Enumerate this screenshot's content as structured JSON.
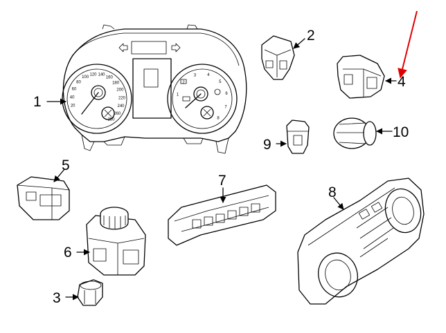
{
  "callouts": [
    {
      "id": "1",
      "label": "1"
    },
    {
      "id": "2",
      "label": "2"
    },
    {
      "id": "3",
      "label": "3"
    },
    {
      "id": "4",
      "label": "4"
    },
    {
      "id": "5",
      "label": "5"
    },
    {
      "id": "6",
      "label": "6"
    },
    {
      "id": "7",
      "label": "7"
    },
    {
      "id": "8",
      "label": "8"
    },
    {
      "id": "9",
      "label": "9"
    },
    {
      "id": "10",
      "label": "10"
    }
  ],
  "speedometer_ticks": [
    "20",
    "40",
    "60",
    "80",
    "100",
    "120",
    "140",
    "160",
    "180",
    "200",
    "220",
    "240",
    "260",
    "280"
  ],
  "tachometer_ticks": [
    "1",
    "2",
    "3",
    "4",
    "5",
    "6",
    "7",
    "8"
  ],
  "colors": {
    "line": "#000000",
    "pointer": "#e00000",
    "background": "#ffffff"
  }
}
